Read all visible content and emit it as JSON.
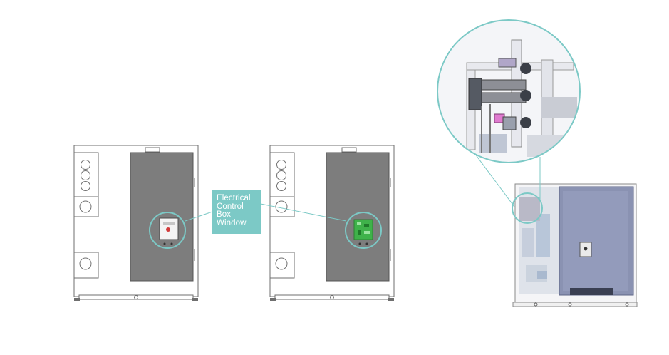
{
  "callout": {
    "lines": [
      "Electrical",
      "Control",
      "Box",
      "Window"
    ]
  },
  "colors": {
    "accent_teal": "#7cc9c6",
    "panel_gray": "#7a7a7a",
    "outline": "#6f6f6f",
    "window_green": "#3fb24a",
    "unit_blue": "#8a92b2"
  },
  "figures": [
    {
      "name": "unit-front-view-closed-window",
      "window_state": "closed"
    },
    {
      "name": "unit-front-view-open-window",
      "window_state": "open-green-board"
    },
    {
      "name": "unit-side-view-with-valve-zoom",
      "window_state": "side"
    }
  ]
}
